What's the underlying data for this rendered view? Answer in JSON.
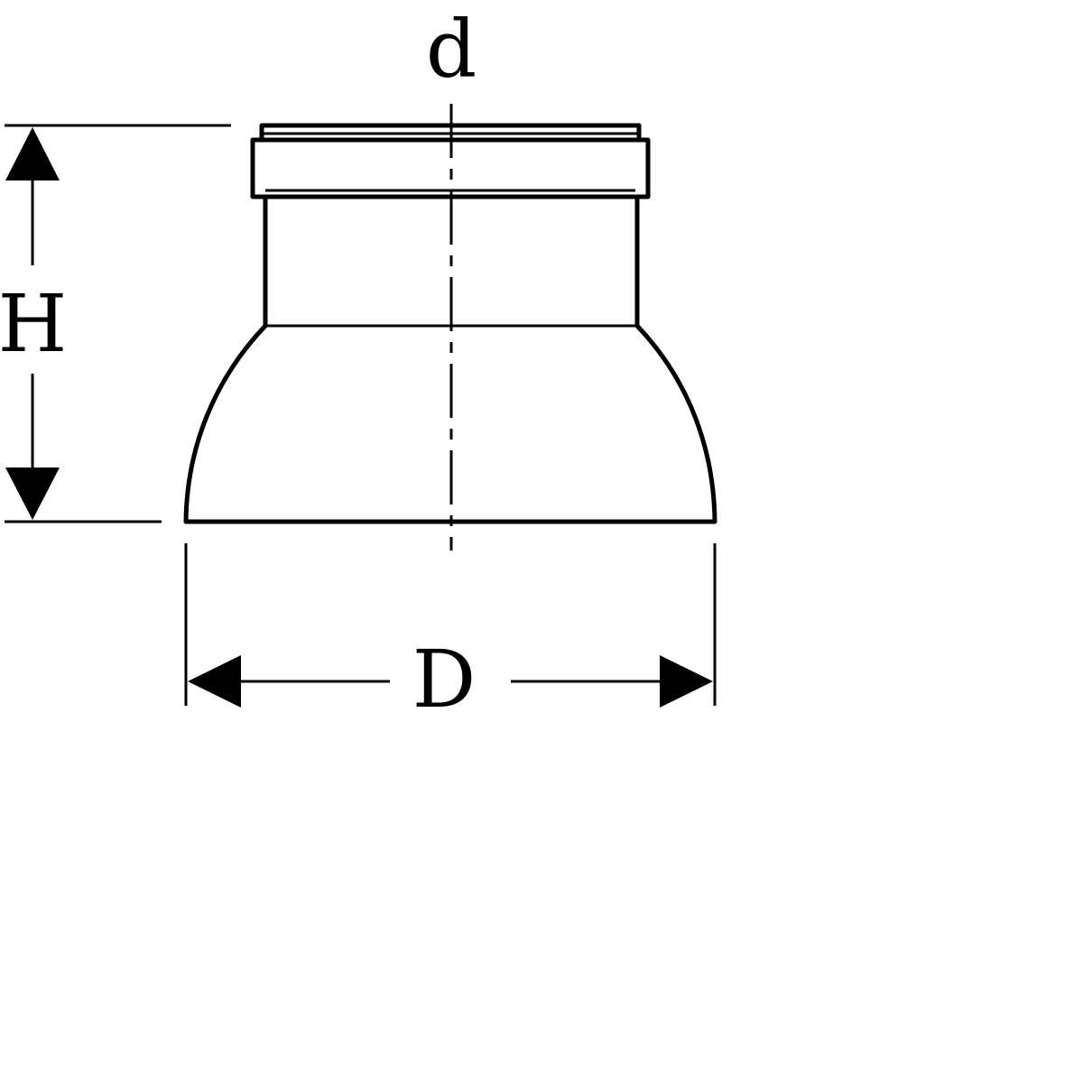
{
  "diagram": {
    "labels": {
      "inner_diameter": "d",
      "height": "H",
      "outer_diameter": "D"
    },
    "colors": {
      "line": "#000000",
      "background": "#ffffff"
    }
  }
}
